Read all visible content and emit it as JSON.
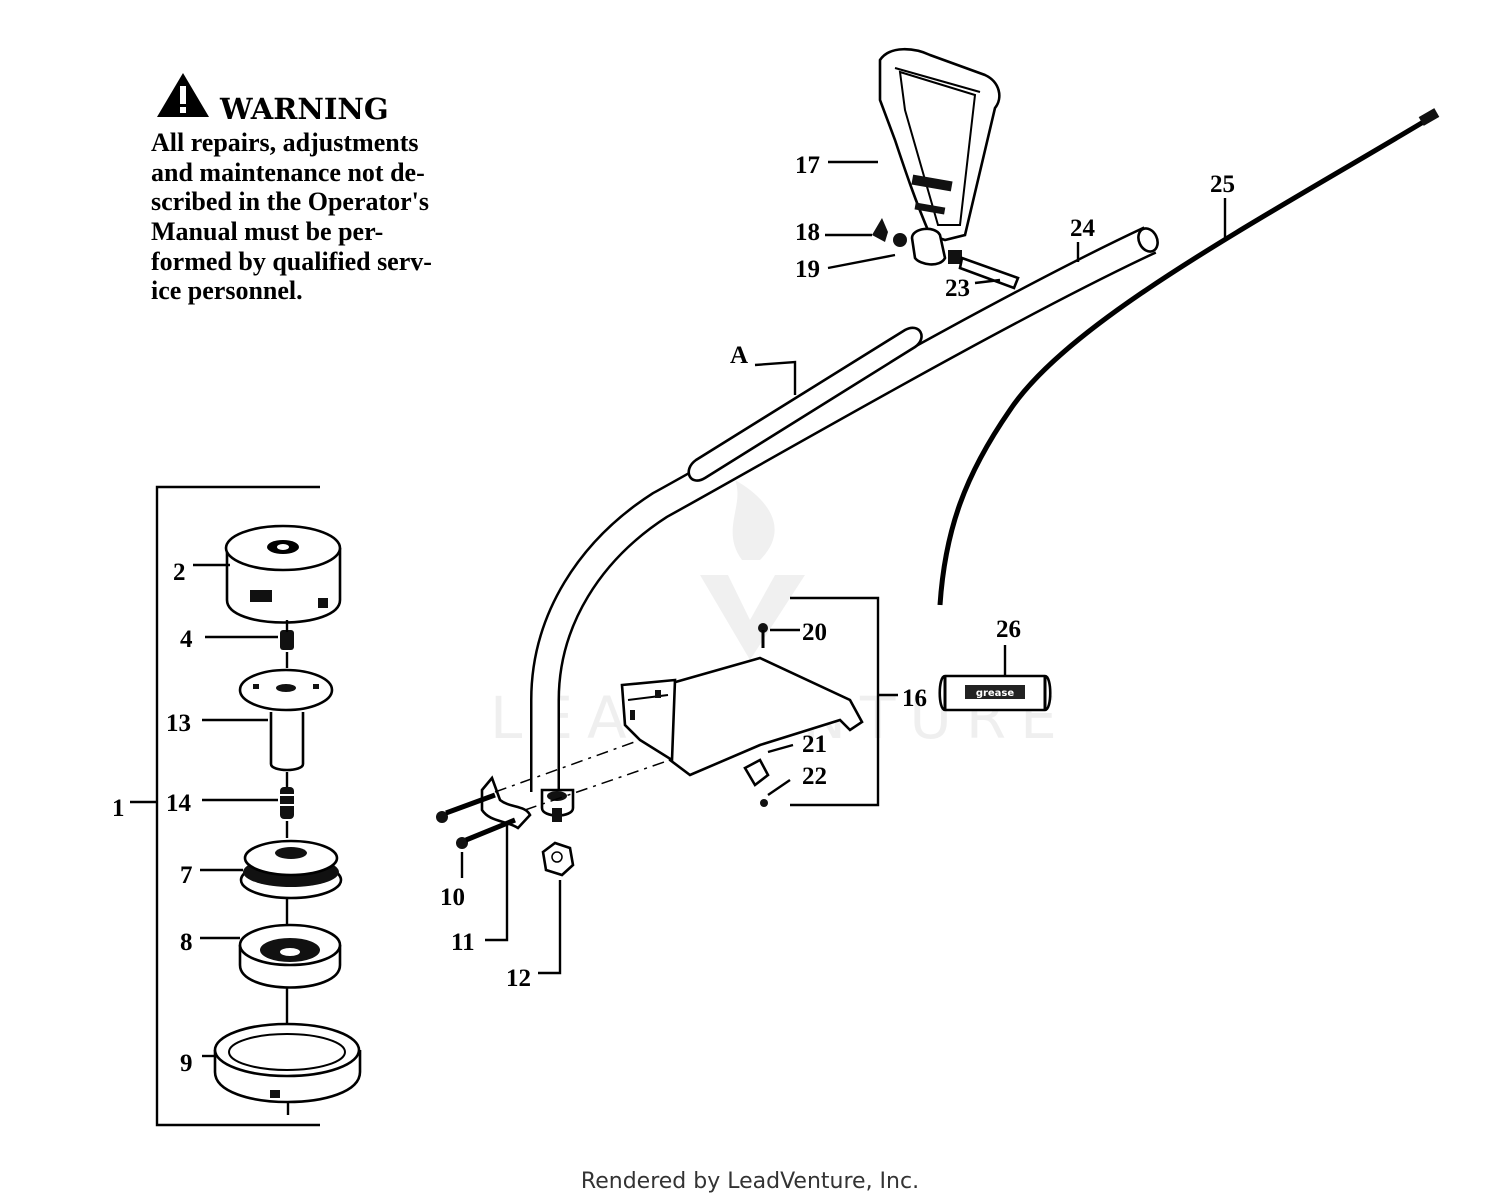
{
  "warning": {
    "title": "WARNING",
    "lines": [
      "All repairs, adjustments",
      "and maintenance not de-",
      "scribed in the Operator's",
      "Manual must be per-",
      "formed by qualified serv-",
      "ice personnel."
    ]
  },
  "callouts": {
    "c1": "1",
    "c2": "2",
    "c4": "4",
    "c7": "7",
    "c8": "8",
    "c9": "9",
    "c10": "10",
    "c11": "11",
    "c12": "12",
    "c13": "13",
    "c14": "14",
    "c16": "16",
    "c17": "17",
    "c18": "18",
    "c19": "19",
    "c20": "20",
    "c21": "21",
    "c22": "22",
    "c23": "23",
    "c24": "24",
    "c25": "25",
    "c26": "26",
    "cA": "A"
  },
  "grease_label": "grease",
  "watermark": "LEADVENTURE",
  "footer": "Rendered by LeadVenture, Inc."
}
